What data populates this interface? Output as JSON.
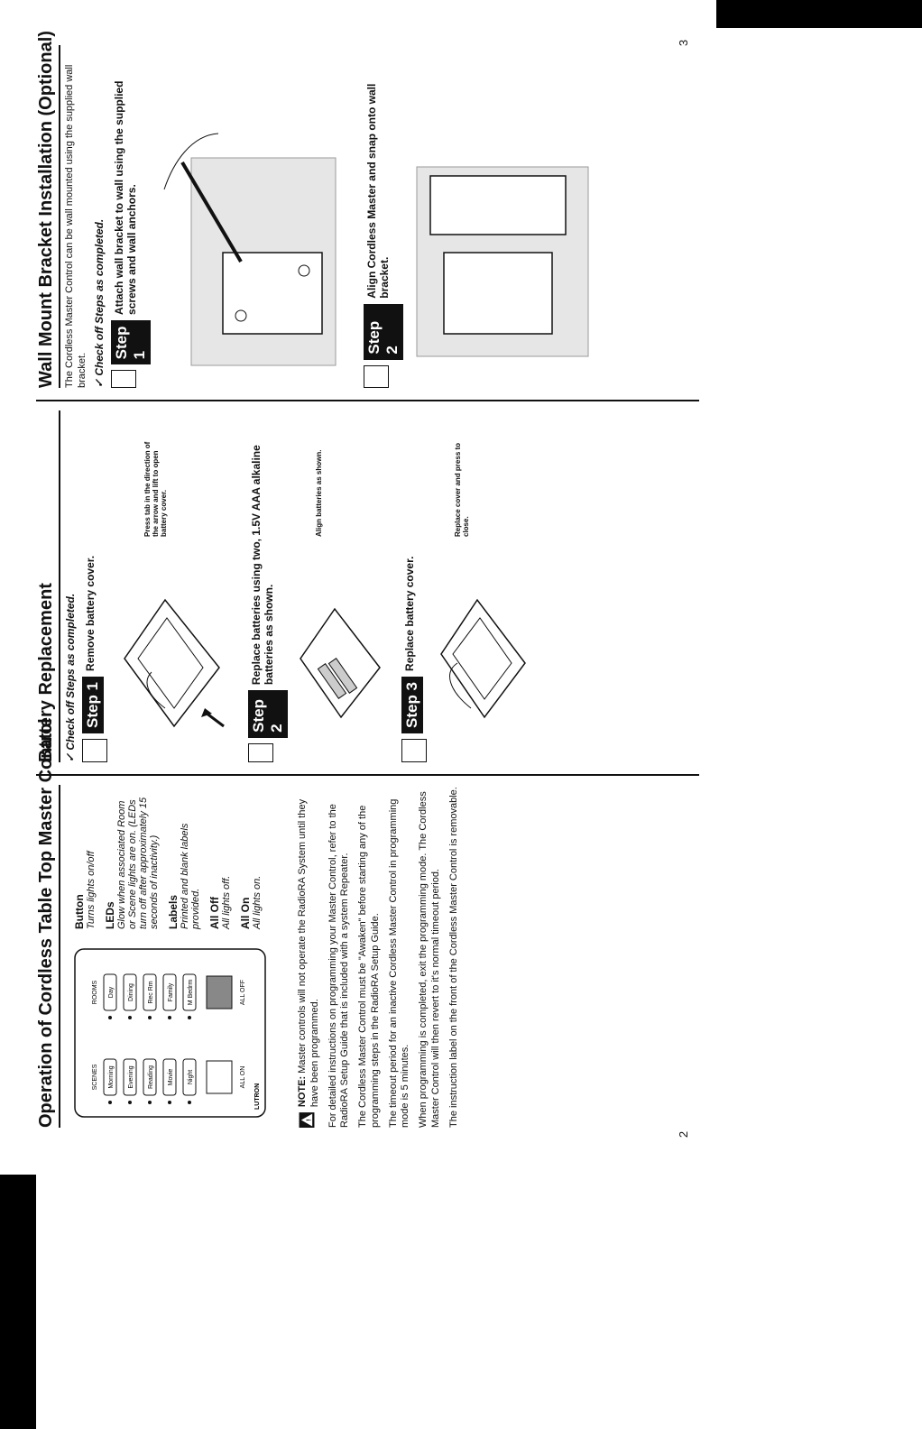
{
  "page_left": {
    "number": "2",
    "operation": {
      "title": "Operation of Cordless Table Top Master Control",
      "keypad": {
        "scenes_header": "SCENES",
        "rooms_header": "ROOMS",
        "scene_buttons": [
          "Morning",
          "Evening",
          "Reading",
          "Movie",
          "Night"
        ],
        "room_buttons": [
          "Day",
          "Dining",
          "Rec Rm",
          "Family",
          "M Bedrm"
        ],
        "all_on": "ALL ON",
        "all_off": "ALL OFF",
        "brand": "LUTRON"
      },
      "callouts": [
        {
          "title": "Button",
          "desc": "Turns lights on/off"
        },
        {
          "title": "LEDs",
          "desc": "Glow when associated Room or Scene lights are on. (LEDs turn off after approximately 15 seconds of inactivity.)"
        },
        {
          "title": "Labels",
          "desc": "Printed and blank labels provided."
        },
        {
          "title": "All Off",
          "desc": "All lights off."
        },
        {
          "title": "All On",
          "desc": "All lights on."
        }
      ],
      "note_label": "NOTE:",
      "note_text": "Master controls will not operate the RadioRA System until they have been programmed.",
      "paragraphs": [
        "For detailed instructions on programming your Master Control, refer to the RadioRA Setup Guide that is included with a system Repeater.",
        "The Cordless Master Control must be \"Awaken\" before starting any of the programming steps in the RadioRA Setup Guide.",
        "The timeout period for an inactive Cordless Master Control in programming mode is 5 minutes.",
        "When programming is completed, exit the programming mode. The Cordless Master Control will then revert to it's normal timeout period.",
        "The instruction label on the front of the Cordless Master Control is removable."
      ]
    },
    "battery": {
      "title": "Battery Replacement",
      "check": "Check off Steps as completed.",
      "steps": [
        {
          "label": "Step 1",
          "text": "Remove battery cover.",
          "callout": "Press tab in the direction of the arrow and lift to open battery cover."
        },
        {
          "label": "Step 2",
          "text": "Replace batteries using two, 1.5V AAA alkaline batteries as shown.",
          "callout": "Align batteries as shown."
        },
        {
          "label": "Step 3",
          "text": "Replace battery cover.",
          "callout": "Replace cover and press to close."
        }
      ]
    }
  },
  "page_right": {
    "number": "3",
    "wall": {
      "title": "Wall Mount Bracket Installation (Optional)",
      "intro": "The Cordless Master Control can be wall mounted using the supplied wall bracket.",
      "check": "Check off Steps as completed.",
      "steps": [
        {
          "label": "Step 1",
          "text": "Attach wall bracket to wall using the supplied screws and wall anchors."
        },
        {
          "label": "Step 2",
          "text": "Align Cordless Master and snap onto wall bracket."
        }
      ]
    }
  }
}
